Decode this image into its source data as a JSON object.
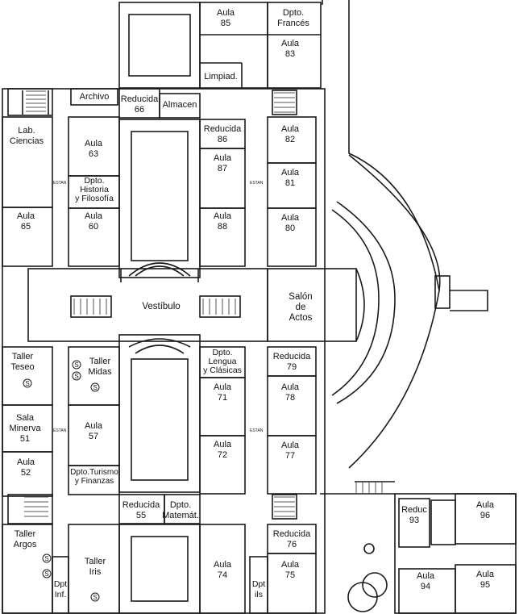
{
  "rooms": {
    "aula85": "Aula\n85",
    "dpto_frances": "Dpto.\nFrancés",
    "aula83": "Aula\n83",
    "limpiad": "Limpiad.",
    "archivo": "Archivo",
    "reducida66": "Reducida\n66",
    "almacen": "Almacen",
    "lab_ciencias": "Lab.\nCiencias",
    "aula63": "Aula\n63",
    "reducida86": "Reducida\n86",
    "aula82": "Aula\n82",
    "aula87": "Aula\n87",
    "aula81": "Aula\n81",
    "dpto_historia": "Dpto.\nHistoria\ny Filosofía",
    "aula65": "Aula\n65",
    "aula60": "Aula\n60",
    "aula88": "Aula\n88",
    "aula80": "Aula\n80",
    "vestibulo": "Vestíbulo",
    "salon_actos": "Salón\nde\nActos",
    "taller_teseo": "Taller\nTeseo",
    "taller_midas": "Taller\nMidas",
    "dpto_lengua": "Dpto.\nLengua\ny Clásicas",
    "reducida79": "Reducida\n79",
    "aula71": "Aula\n71",
    "aula78": "Aula\n78",
    "sala_minerva": "Sala\nMinerva\n51",
    "aula57": "Aula\n57",
    "aula72": "Aula\n72",
    "aula77": "Aula\n77",
    "aula52": "Aula\n52",
    "dpto_turismo": "Dpto.Turismo\ny Finanzas",
    "reducida55": "Reducida\n55",
    "dpto_matemat": "Dpto.\nMatemát.",
    "reduc93": "Reduc\n93",
    "aula96": "Aula\n96",
    "taller_argos": "Taller\nArgos",
    "reducida76": "Reducida\n76",
    "taller_iris": "Taller\nIris",
    "aula74": "Aula\n74",
    "aula75": "Aula\n75",
    "dpt_inf": "Dpt\nInf.",
    "dpt_ils": "Dpt\nils",
    "aula94": "Aula\n94",
    "aula95": "Aula\n95"
  },
  "symbols": {
    "restroom_mark": "S",
    "stair_tag": "ESTAN"
  },
  "colors": {
    "line": "#1a1a1a",
    "paper": "#ffffff",
    "hatch": "#555555"
  }
}
